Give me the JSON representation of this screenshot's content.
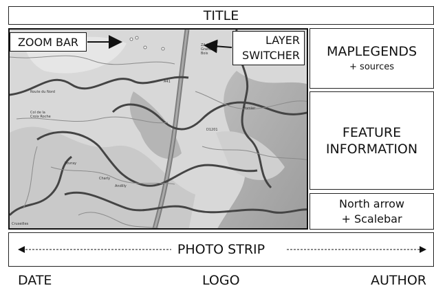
{
  "title": "TITLE",
  "callouts": {
    "zoom_bar": "ZOOM BAR",
    "layer_switcher_line1": "LAYER",
    "layer_switcher_line2": "SWITCHER"
  },
  "legend": {
    "heading": "MAPLEGENDS",
    "subheading": "+ sources"
  },
  "feature_info": {
    "line1": "FEATURE",
    "line2": "INFORMATION"
  },
  "north": {
    "line1": "North arrow",
    "line2": "+ Scalebar"
  },
  "photo_strip": "PHOTO STRIP",
  "footer": {
    "date": "DATE",
    "logo": "LOGO",
    "author": "AUTHOR"
  },
  "map_labels": [
    "Route du Nord",
    "Col de la Croix Roche",
    "A41",
    "D1201",
    "Pomier",
    "Charly",
    "Andilly",
    "Vovray",
    "Cruseilles",
    "ZA les Grands Bois"
  ],
  "colors": {
    "stroke": "#111111",
    "map_bg": "#d8d8d8"
  }
}
